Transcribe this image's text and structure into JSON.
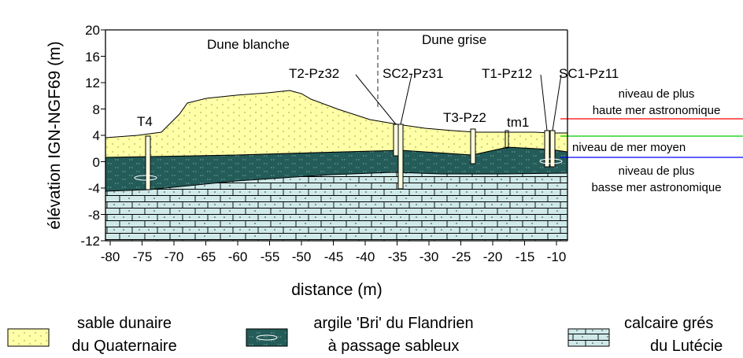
{
  "diagram": {
    "y_axis_title": "élévation IGN-NGF69 (m)",
    "x_axis_title": "distance (m)",
    "y_ticks": [
      "20",
      "16",
      "12",
      "8",
      "4",
      "0",
      "-4",
      "-8",
      "-12"
    ],
    "x_ticks": [
      "-80",
      "-75",
      "-70",
      "-65",
      "-60",
      "-55",
      "-50",
      "-45",
      "-40",
      "-35",
      "-30",
      "-25",
      "-20",
      "-15",
      "-10"
    ],
    "zones": {
      "left": "Dune blanche",
      "right": "Dune grise"
    },
    "wells": {
      "t4": "T4",
      "t2": "T2-Pz32",
      "sc2": "SC2-Pz31",
      "t3": "T3-Pz2",
      "tm1": "tm1",
      "t1": "T1-Pz12",
      "sc1": "SC1-Pz11"
    },
    "water_levels": {
      "high": {
        "line1": "niveau de plus",
        "line2": "haute mer astronomique",
        "color": "#ff0000"
      },
      "mean": {
        "label": "niveau de mer moyen",
        "color": "#00cc00"
      },
      "low": {
        "line1": "niveau de plus",
        "line2": "basse mer astronomique",
        "color": "#0000ff"
      }
    },
    "legend": [
      {
        "line1": "sable dunaire",
        "line2": "du Quaternaire",
        "color": "#ffffa8"
      },
      {
        "line1": "argile 'Bri' du Flandrien",
        "line2": "à passage sableux",
        "color": "#235c58"
      },
      {
        "line1": "calcaire grés",
        "line2": "du Lutécie",
        "color": "#cfe9e9"
      }
    ]
  }
}
